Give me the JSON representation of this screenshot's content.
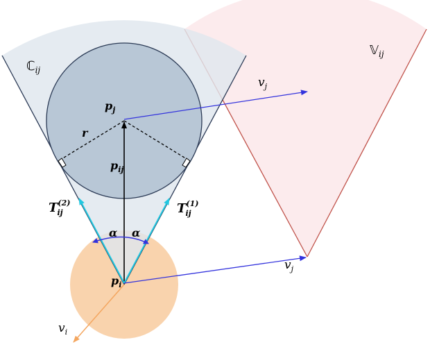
{
  "labels": {
    "collision_cone": "ℂ",
    "collision_cone_sub": "ij",
    "velocity_obstacle": "𝕍",
    "velocity_obstacle_sub": "ij",
    "v_j_top": "v",
    "v_j_top_sub": "j",
    "v_j_bottom": "v",
    "v_j_bottom_sub": "j",
    "v_i": "v",
    "v_i_sub": "i",
    "p_j": "p",
    "p_j_sub": "j",
    "p_i": "p",
    "p_i_sub": "i",
    "p_ij": "p",
    "p_ij_sub": "ij",
    "radius": "r",
    "alpha_left": "α",
    "alpha_right": "α",
    "tangent_left": "T",
    "tangent_left_sub": "ij",
    "tangent_left_sup": "(2)",
    "tangent_right": "T",
    "tangent_right_sub": "ij",
    "tangent_right_sup": "(1)"
  },
  "colors": {
    "cone_fill": "#e6ecf3",
    "cone_edge": "#2b3a55",
    "disk_fill": "#b8c7d6",
    "disk_edge": "#2b3a55",
    "vo_fill": "#fce8ea",
    "vo_edge": "#c0524a",
    "agent_disk": "#f9d3ad",
    "velocity_arrow": "#3333dd",
    "tangent_arrow": "#22c7e0",
    "v_i_arrow": "#f4a65f",
    "relative_arrow": "#000000"
  }
}
